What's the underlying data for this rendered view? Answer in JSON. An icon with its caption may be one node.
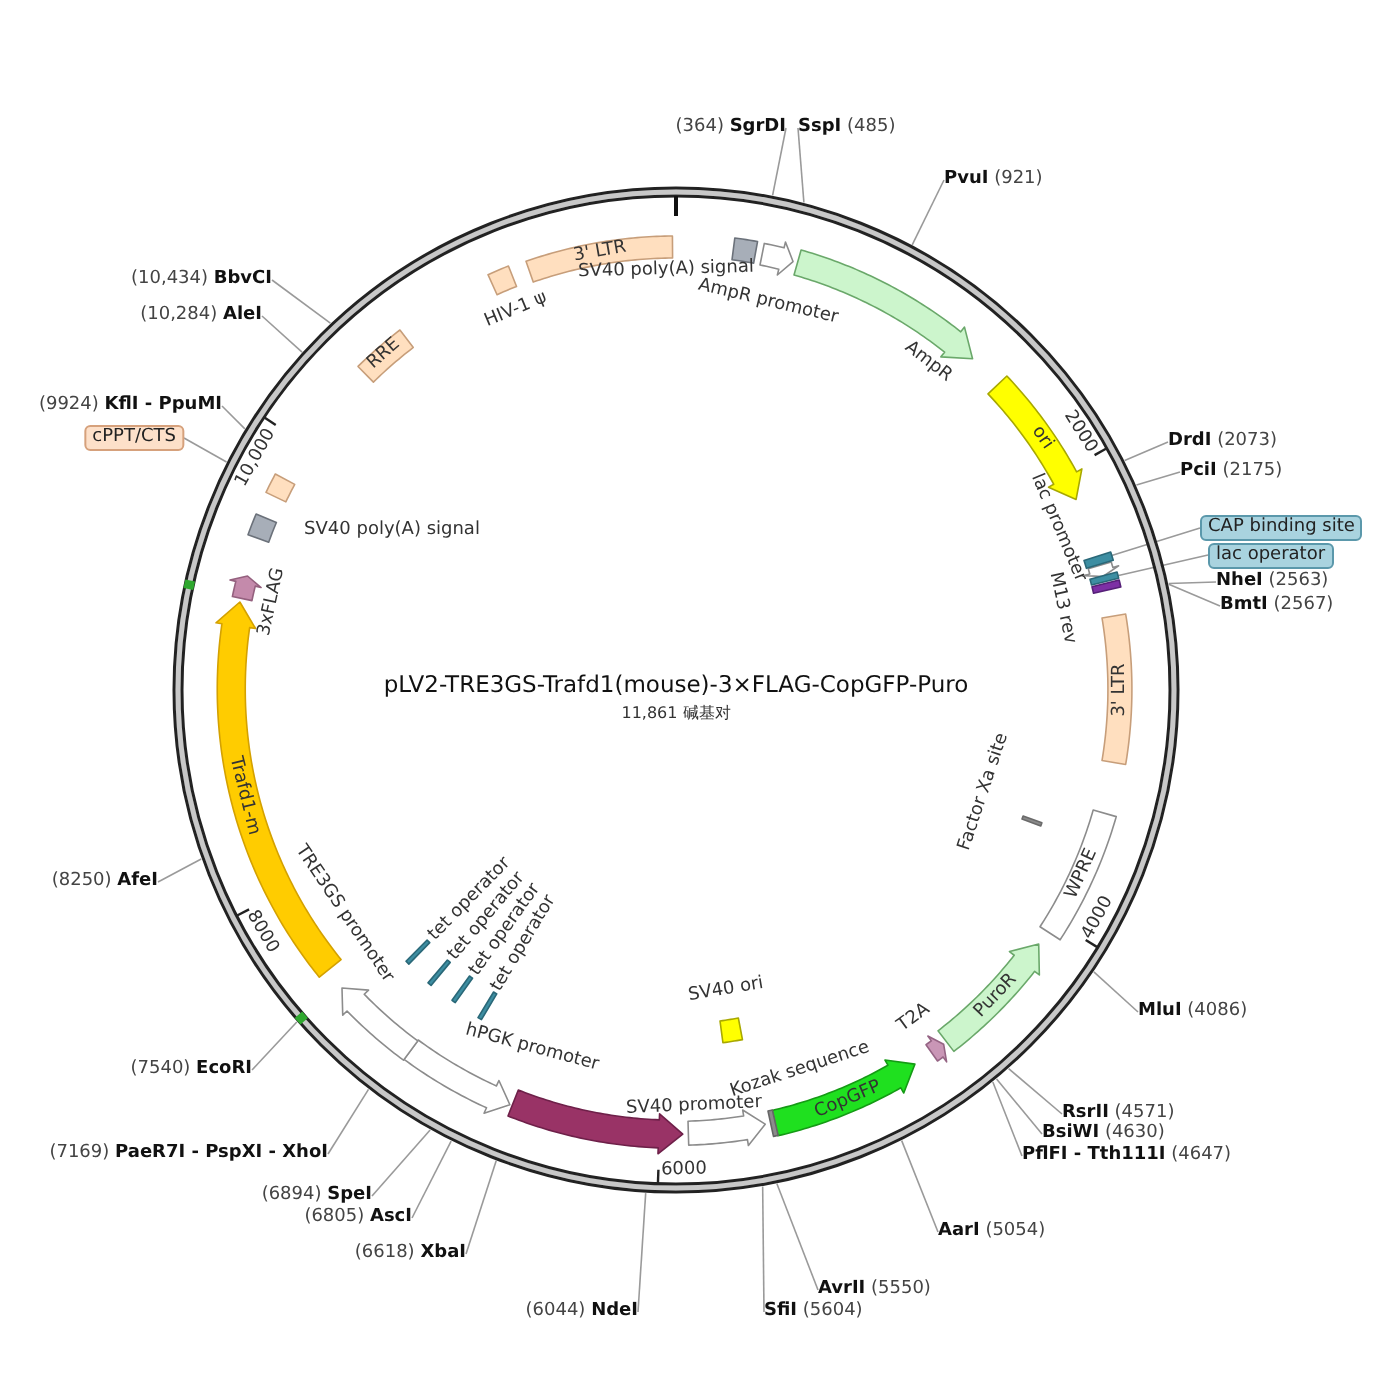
{
  "diagram": {
    "title": "pLV2-TRE3GS-Trafd1(mouse)-3×FLAG-CopGFP-Puro",
    "nodes": [
      {
        "text": [],
        "shape": "circle"
      },
      {
        "text": [
          "SV40 poly(A) signal"
        ],
        "in": 0
      },
      {
        "text": [
          "AmpR promoter"
        ],
        "in": 0
      },
      {
        "text": [
          "AmpR"
        ],
        "in": 0
      },
      {
        "text": [
          "ori"
        ],
        "in": 0
      },
      {
        "text": [
          "lac promoter"
        ],
        "in": 0
      },
      {
        "text": [],
        "shape": "box",
        "in": 0
      },
      {
        "text": [],
        "shape": "box",
        "in": 0
      },
      {
        "text": [
          "M13 rev"
        ],
        "in": 0
      },
      {
        "text": [
          "3' LTR"
        ],
        "in": 0
      },
      {
        "text": [
          "Factor Xa site"
        ],
        "in": 0
      },
      {
        "text": [
          "WPRE"
        ],
        "in": 0
      },
      {
        "text": [
          "PuroR"
        ],
        "in": 0
      },
      {
        "text": [
          "T2A"
        ],
        "in": 0
      },
      {
        "text": [
          "CopGFP"
        ],
        "in": 0
      },
      {
        "text": [
          "Kozak sequence"
        ],
        "in": 0
      },
      {
        "text": [
          "SV40 ori"
        ],
        "in": 0
      },
      {
        "text": [
          "SV40 promoter"
        ],
        "in": 0
      },
      {
        "text": [],
        "shape": "arrow",
        "in": 0
      },
      {
        "text": [
          "hPGK promoter"
        ],
        "in": 0
      },
      {
        "text": [
          "TRE3GS promoter"
        ],
        "in": 0
      },
      {
        "text": [
          "tet operator"
        ],
        "in": 0
      },
      {
        "text": [
          "tet operator"
        ],
        "in": 0
      },
      {
        "text": [
          "tet operator"
        ],
        "in": 0
      },
      {
        "text": [
          "tet operator"
        ],
        "in": 0
      },
      {
        "text": [
          "Trafd1-m"
        ],
        "in": 0
      },
      {
        "text": [
          "3xFLAG"
        ],
        "in": 0
      },
      {
        "text": [
          "SV40 poly(A) signal"
        ],
        "in": 0
      },
      {
        "text": [],
        "shape": "box",
        "in": 0
      },
      {
        "text": [
          "RRE"
        ],
        "in": 0
      },
      {
        "text": [
          "HIV-1 ψ"
        ],
        "in": 0
      },
      {
        "text": [
          "3' LTR"
        ],
        "in": 0
      },
      {
        "text": [
          "CAP binding site"
        ]
      },
      {
        "text": [
          "lac operator"
        ]
      },
      {
        "text": [
          "cPPT/CTS"
        ]
      },
      {
        "text": [
          "(364) **SgrDI**"
        ]
      },
      {
        "text": [
          "**SspI** (485)"
        ]
      },
      {
        "text": [
          "**PvuI** (921)"
        ]
      },
      {
        "text": [
          "**DrdI** (2073)"
        ]
      },
      {
        "text": [
          "**PciI** (2175)"
        ]
      },
      {
        "text": [
          "**NheI** (2563)"
        ]
      },
      {
        "text": [
          "**BmtI** (2567)"
        ]
      },
      {
        "text": [
          "**MluI** (4086)"
        ]
      },
      {
        "text": [
          "**RsrII** (4571)"
        ]
      },
      {
        "text": [
          "**BsiWI** (4630)"
        ]
      },
      {
        "text": [
          "**PflFI - Tth111I** (4647)"
        ]
      },
      {
        "text": [
          "**AarI** (5054)"
        ]
      },
      {
        "text": [
          "**AvrII** (5550)"
        ]
      },
      {
        "text": [
          "**SfiI** (5604)"
        ]
      },
      {
        "text": [
          "(6044) **NdeI**"
        ]
      },
      {
        "text": [
          "(6618) **XbaI**"
        ]
      },
      {
        "text": [
          "(6805) **AscI**"
        ]
      },
      {
        "text": [
          "(6894) **SpeI**"
        ]
      },
      {
        "text": [
          "(7169) **PaeR7I - PspXI - XhoI**"
        ]
      },
      {
        "text": [
          "(7540) **EcoRI**"
        ]
      },
      {
        "text": [
          "(8250) **AfeI**"
        ]
      },
      {
        "text": [
          "(9924) **KflI - PpuMI**"
        ]
      },
      {
        "text": [
          "(10,284) **AleI**"
        ]
      },
      {
        "text": [
          "(10,434) **BbvCI**"
        ]
      }
    ],
    "edges": [
      {
        "from": 32,
        "to": 6,
        "arrow": "none"
      },
      {
        "from": 33,
        "to": 7,
        "arrow": "none"
      },
      {
        "from": 34,
        "to": 0,
        "arrow": "none"
      },
      {
        "from": 35,
        "to": 0,
        "arrow": "none"
      },
      {
        "from": 36,
        "to": 0,
        "arrow": "none"
      },
      {
        "from": 37,
        "to": 0,
        "arrow": "none"
      },
      {
        "from": 38,
        "to": 0,
        "arrow": "none"
      },
      {
        "from": 39,
        "to": 0,
        "arrow": "none"
      },
      {
        "from": 40,
        "to": 0,
        "arrow": "none"
      },
      {
        "from": 41,
        "to": 0,
        "arrow": "none"
      },
      {
        "from": 42,
        "to": 0,
        "arrow": "none"
      },
      {
        "from": 43,
        "to": 0,
        "arrow": "none"
      },
      {
        "from": 44,
        "to": 0,
        "arrow": "none"
      },
      {
        "from": 45,
        "to": 0,
        "arrow": "none"
      },
      {
        "from": 46,
        "to": 0,
        "arrow": "none"
      },
      {
        "from": 47,
        "to": 0,
        "arrow": "none"
      },
      {
        "from": 48,
        "to": 0,
        "arrow": "none"
      },
      {
        "from": 49,
        "to": 0,
        "arrow": "none"
      },
      {
        "from": 50,
        "to": 0,
        "arrow": "none"
      },
      {
        "from": 51,
        "to": 0,
        "arrow": "none"
      },
      {
        "from": 52,
        "to": 0,
        "arrow": "none"
      },
      {
        "from": 53,
        "to": 0,
        "arrow": "none"
      },
      {
        "from": 54,
        "to": 0,
        "arrow": "none"
      },
      {
        "from": 55,
        "to": 0,
        "arrow": "none"
      },
      {
        "from": 56,
        "to": 0,
        "arrow": "none"
      },
      {
        "from": 57,
        "to": 0,
        "arrow": "none"
      },
      {
        "from": 58,
        "to": 0,
        "arrow": "none"
      }
    ],
    "labels": [
      "11,861 碱基对",
      "2000",
      "4000",
      "6000",
      "8000",
      "10,000"
    ]
  }
}
